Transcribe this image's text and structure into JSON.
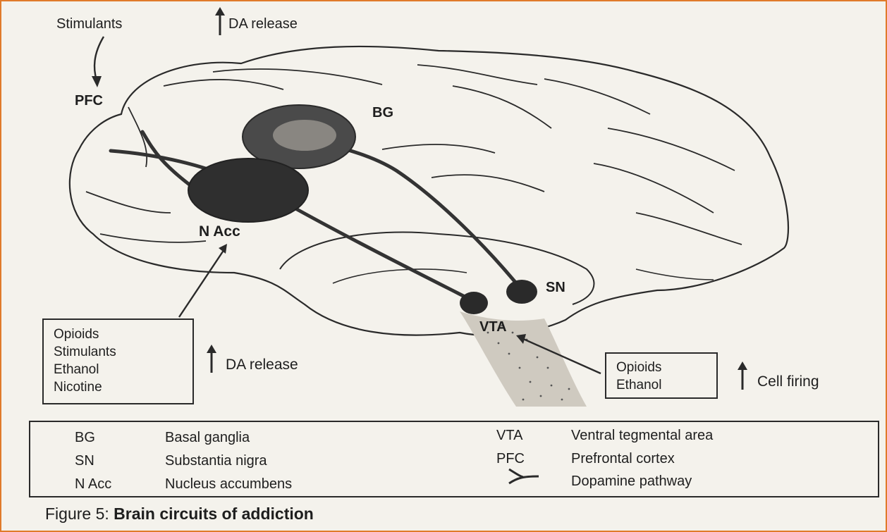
{
  "labels": {
    "stimulants_top": "Stimulants",
    "da_release_top": "DA release",
    "pfc": "PFC",
    "bg": "BG",
    "n_acc": "N Acc",
    "sn": "SN",
    "vta": "VTA",
    "da_release_mid": "DA release",
    "cell_firing": "Cell firing"
  },
  "box_left": {
    "items": [
      "Opioids",
      "Stimulants",
      "Ethanol",
      "Nicotine"
    ]
  },
  "box_right": {
    "items": [
      "Opioids",
      "Ethanol"
    ]
  },
  "legend": {
    "left": [
      {
        "abbr": "BG",
        "term": "Basal ganglia"
      },
      {
        "abbr": "SN",
        "term": "Substantia nigra"
      },
      {
        "abbr": "N Acc",
        "term": "Nucleus accumbens"
      }
    ],
    "right": [
      {
        "abbr": "VTA",
        "term": "Ventral tegmental area"
      },
      {
        "abbr": "PFC",
        "term": "Prefrontal cortex"
      },
      {
        "abbr": "",
        "term": "Dopamine pathway"
      }
    ]
  },
  "caption": {
    "prefix": "Figure 5: ",
    "title": "Brain circuits of addiction"
  },
  "colors": {
    "frame": "#e07a2a",
    "ink": "#1e1e1e",
    "paper": "#f4f2ec",
    "nucleus": "#3a3a3a"
  }
}
